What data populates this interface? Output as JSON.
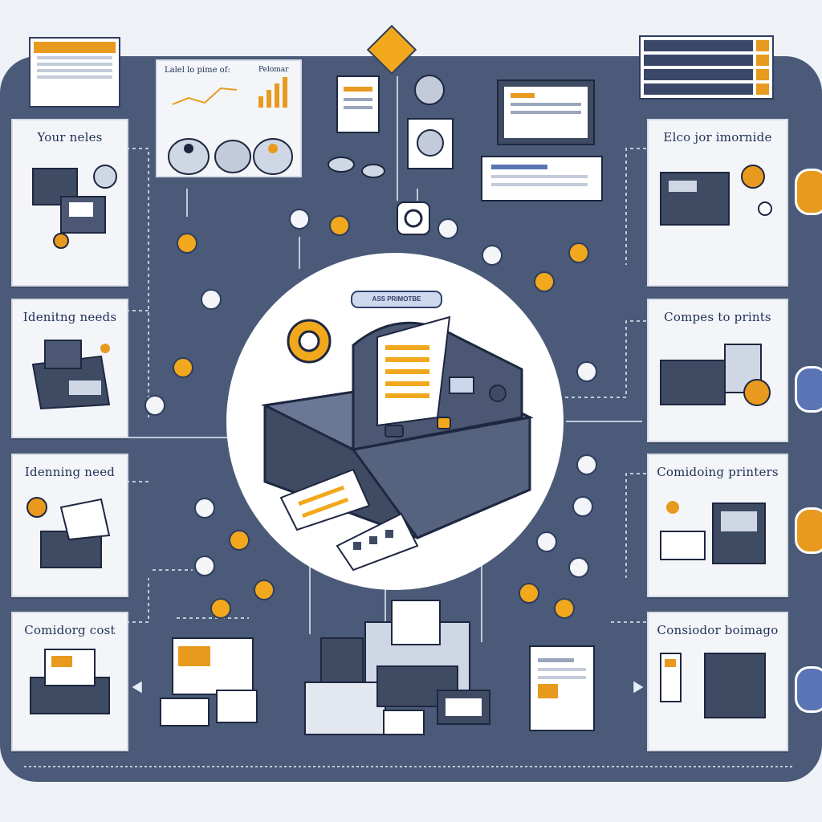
{
  "cards": {
    "left_1": {
      "title": "Your neles"
    },
    "left_2": {
      "title": "Idenitng needs"
    },
    "left_3": {
      "title": "Idenning need"
    },
    "left_4": {
      "title": "Comidorg cost"
    },
    "right_1": {
      "title": "Elco jor imornide"
    },
    "right_2": {
      "title": "Compes to prints"
    },
    "right_3": {
      "title": "Comidoing printers"
    },
    "right_4": {
      "title": "Consiodor boimago"
    }
  },
  "top_chart": {
    "title": "Lalel lo pime of:",
    "subtitle": "Pelomar"
  },
  "center": {
    "label": "ASS PRIMOTBE"
  },
  "colors": {
    "navy": "#2f3d5e",
    "orange": "#e89a1f",
    "board": "#4a5a78",
    "card": "#f3f5f9"
  }
}
